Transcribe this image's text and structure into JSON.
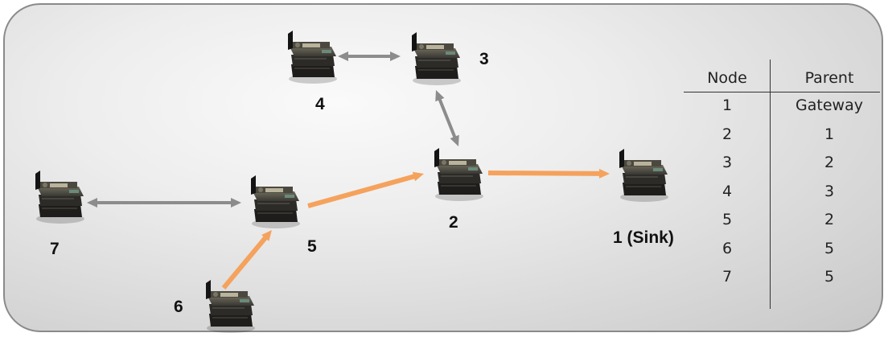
{
  "nodes": [
    {
      "id": "4",
      "label": "4"
    },
    {
      "id": "3",
      "label": "3"
    },
    {
      "id": "2",
      "label": "2"
    },
    {
      "id": "1",
      "label": "1 (Sink)"
    },
    {
      "id": "5",
      "label": "5"
    },
    {
      "id": "7",
      "label": "7"
    },
    {
      "id": "6",
      "label": "6"
    }
  ],
  "links": [
    {
      "from": "4",
      "to": "3",
      "kind": "bidirectional",
      "color": "#8c8c8c"
    },
    {
      "from": "3",
      "to": "2",
      "kind": "bidirectional",
      "color": "#8c8c8c"
    },
    {
      "from": "7",
      "to": "5",
      "kind": "bidirectional",
      "color": "#8c8c8c"
    },
    {
      "from": "5",
      "to": "2",
      "kind": "parent",
      "color": "#f5a25d"
    },
    {
      "from": "2",
      "to": "1",
      "kind": "parent",
      "color": "#f5a25d"
    },
    {
      "from": "6",
      "to": "5",
      "kind": "parent",
      "color": "#f5a25d"
    }
  ],
  "table": {
    "headers": [
      "Node",
      "Parent"
    ],
    "rows": [
      [
        "1",
        "Gateway"
      ],
      [
        "2",
        "1"
      ],
      [
        "3",
        "2"
      ],
      [
        "4",
        "3"
      ],
      [
        "5",
        "2"
      ],
      [
        "6",
        "5"
      ],
      [
        "7",
        "5"
      ]
    ]
  }
}
